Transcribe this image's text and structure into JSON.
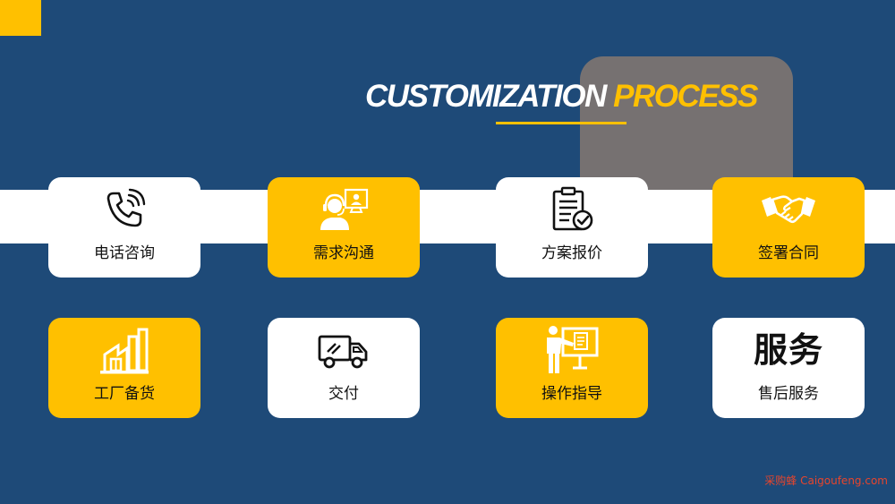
{
  "title": {
    "word1": "CUSTOMIZATION",
    "word2": "PROCESS"
  },
  "colors": {
    "background": "#1e4a78",
    "accent": "#ffc000",
    "gray": "#767171",
    "card_white": "#ffffff"
  },
  "steps": [
    {
      "label": "电话咨询",
      "icon": "phone-icon",
      "style": "white"
    },
    {
      "label": "需求沟通",
      "icon": "customer-service-icon",
      "style": "yellow"
    },
    {
      "label": "方案报价",
      "icon": "clipboard-check-icon",
      "style": "white"
    },
    {
      "label": "签署合同",
      "icon": "handshake-icon",
      "style": "yellow"
    },
    {
      "label": "工厂备货",
      "icon": "factory-icon",
      "style": "yellow"
    },
    {
      "label": "交付",
      "icon": "delivery-truck-icon",
      "style": "white"
    },
    {
      "label": "操作指导",
      "icon": "presentation-icon",
      "style": "yellow"
    },
    {
      "label": "售后服务",
      "icon": "service-text-icon",
      "icon_text": "服务",
      "style": "white"
    }
  ],
  "watermark": "采购蜂 Caigoufeng.com"
}
